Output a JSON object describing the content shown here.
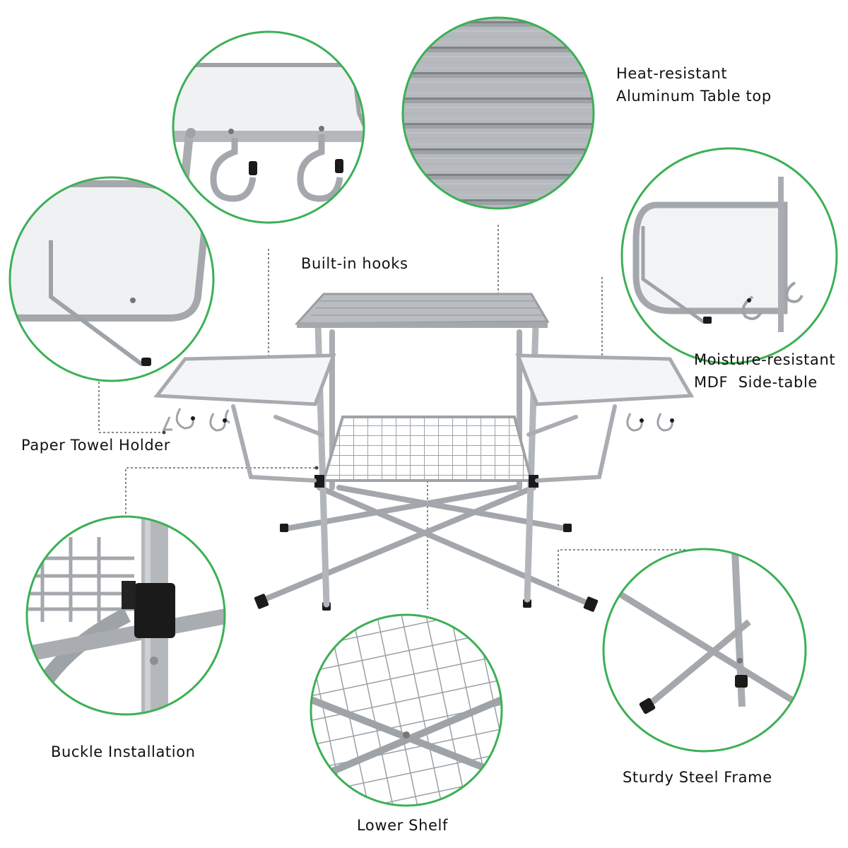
{
  "colors": {
    "circle_border": "#3cb054",
    "aluminum": "#a9adb1",
    "aluminum_dark": "#8c9196",
    "tabletop": "#f4f5f6",
    "rubber": "#1a1a1a",
    "leader_line": "#444444"
  },
  "labels": {
    "heat_resistant_line1": "Heat-resistant",
    "heat_resistant_line2": "Aluminum Table top",
    "built_in_hooks": "Built-in hooks",
    "mdf_line1": "Moisture-resistant",
    "mdf_line2": "MDF  Side-table",
    "paper_towel_holder": "Paper Towel Holder",
    "buckle_installation": "Buckle Installation",
    "sturdy_steel_frame": "Sturdy Steel Frame",
    "lower_shelf": "Lower Shelf"
  }
}
